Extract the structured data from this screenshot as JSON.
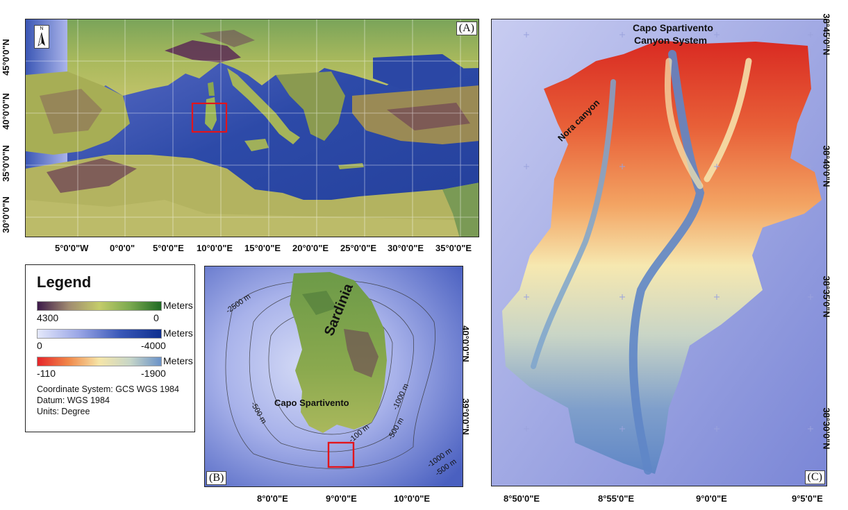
{
  "panel_a": {
    "letter": "(A)",
    "north": "N",
    "x_ticks": [
      "5°0'0\"W",
      "0°0'0\"",
      "5°0'0\"E",
      "10°0'0\"E",
      "15°0'0\"E",
      "20°0'0\"E",
      "25°0'0\"E",
      "30°0'0\"E",
      "35°0'0\"E"
    ],
    "y_ticks": [
      "45°0'0\"N",
      "40°0'0\"N",
      "35°0'0\"N",
      "30°0'0\"N"
    ]
  },
  "panel_b": {
    "letter": "(B)",
    "x_ticks": [
      "8°0'0\"E",
      "9°0'0\"E",
      "10°0'0\"E"
    ],
    "y_ticks": [
      "40°0'0\"N",
      "39°0'0\"N"
    ],
    "island_label": "Sardinia",
    "cape_label": "Capo Spartivento",
    "contours": [
      "-2500 m",
      "-500 m",
      "-100 m",
      "-1000 m",
      "-500 m",
      "-1000 m",
      "-500 m"
    ]
  },
  "panel_c": {
    "letter": "(C)",
    "title_line1": "Capo Spartivento",
    "title_line2": "Canyon System",
    "canyon_label": "Nora canyon",
    "x_ticks": [
      "8°50'0\"E",
      "8°55'0\"E",
      "9°0'0\"E",
      "9°5'0\"E"
    ],
    "y_ticks": [
      "38°45'0\"N",
      "38°40'0\"N",
      "38°35'0\"N",
      "38°30'0\"N"
    ]
  },
  "legend": {
    "title": "Legend",
    "ramps": [
      {
        "unit": "Meters",
        "min": "4300",
        "max": "0"
      },
      {
        "unit": "Meters",
        "min": "0",
        "max": "-4000"
      },
      {
        "unit": "Meters",
        "min": "-110",
        "max": "-1900"
      }
    ],
    "coord_system": "Coordinate System: GCS WGS 1984",
    "datum": "Datum: WGS 1984",
    "units": "Units: Degree"
  },
  "colors": {
    "frame": "#222222",
    "highlight": "#e3141b",
    "sea_deep": "#1f3f9c",
    "sea_shallow": "#c9d0f4",
    "land_low": "#b7c462",
    "land_high": "#3d1a4a"
  }
}
